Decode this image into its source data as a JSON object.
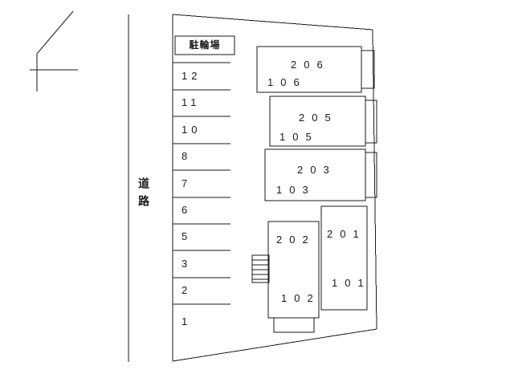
{
  "page": {
    "background": "#ffffff",
    "line_color": "#1a1a1a"
  },
  "road": {
    "label": "道路"
  },
  "bicycle_parking": {
    "label": "駐輪場"
  },
  "parking": {
    "spaces": [
      "12",
      "11",
      "10",
      "8",
      "7",
      "6",
      "5",
      "3",
      "2",
      "1"
    ]
  },
  "buildings": [
    {
      "name": "building-206-106",
      "upper": "206",
      "lower": "106"
    },
    {
      "name": "building-205-105",
      "upper": "205",
      "lower": "105"
    },
    {
      "name": "building-203-103",
      "upper": "203",
      "lower": "103"
    },
    {
      "name": "building-202-102",
      "upper": "202",
      "lower": "102"
    },
    {
      "name": "building-201-101",
      "upper": "201",
      "lower": "101"
    }
  ]
}
